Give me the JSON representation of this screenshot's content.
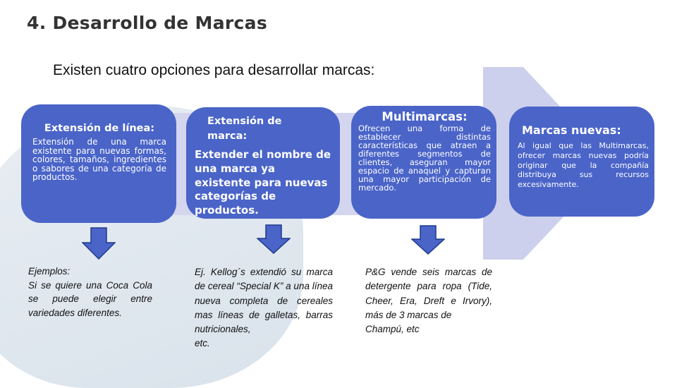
{
  "title": "4. Desarrollo de Marcas",
  "subtitle": "Existen cuatro opciones para  desarrollar marcas:",
  "colors": {
    "card": "#4a64c8",
    "arrow_fill": "#4a64c8",
    "band": "#d3d6ee"
  },
  "options": [
    {
      "title": "Extensión de línea:",
      "text": "Extensión de una marca existente para nuevas formas, colores, tamaños, ingredientes o sabores de una categoría de productos."
    },
    {
      "title": "Extensión de marca:",
      "text": "Extender el nombre de una marca ya existente para nuevas categorías de productos."
    },
    {
      "title": "Multimarcas:",
      "text": "Ofrecen una forma de establecer distintas características que atraen a diferentes segmentos de clientes, aseguran mayor espacio de anaquel y capturan una mayor participación de mercado."
    },
    {
      "title": "Marcas nuevas:",
      "text": "Al igual que las Multimarcas, ofrecer marcas nuevas podría originar que la compañía distribuya sus recursos excesivamente."
    }
  ],
  "examples": [
    "Ejemplos:\nSi se quiere una Coca Cola se  puede elegir entre variedades diferentes.",
    "Ej. Kellog´s extendió su marca de cereal “Special K” a una línea nueva completa de cereales mas líneas de galletas, barras nutricionales,\netc.",
    "P&G vende seis marcas de detergente para ropa (Tide, Cheer, Era, Dreft e Irvory), más de 3 marcas de\nChampú, etc"
  ]
}
